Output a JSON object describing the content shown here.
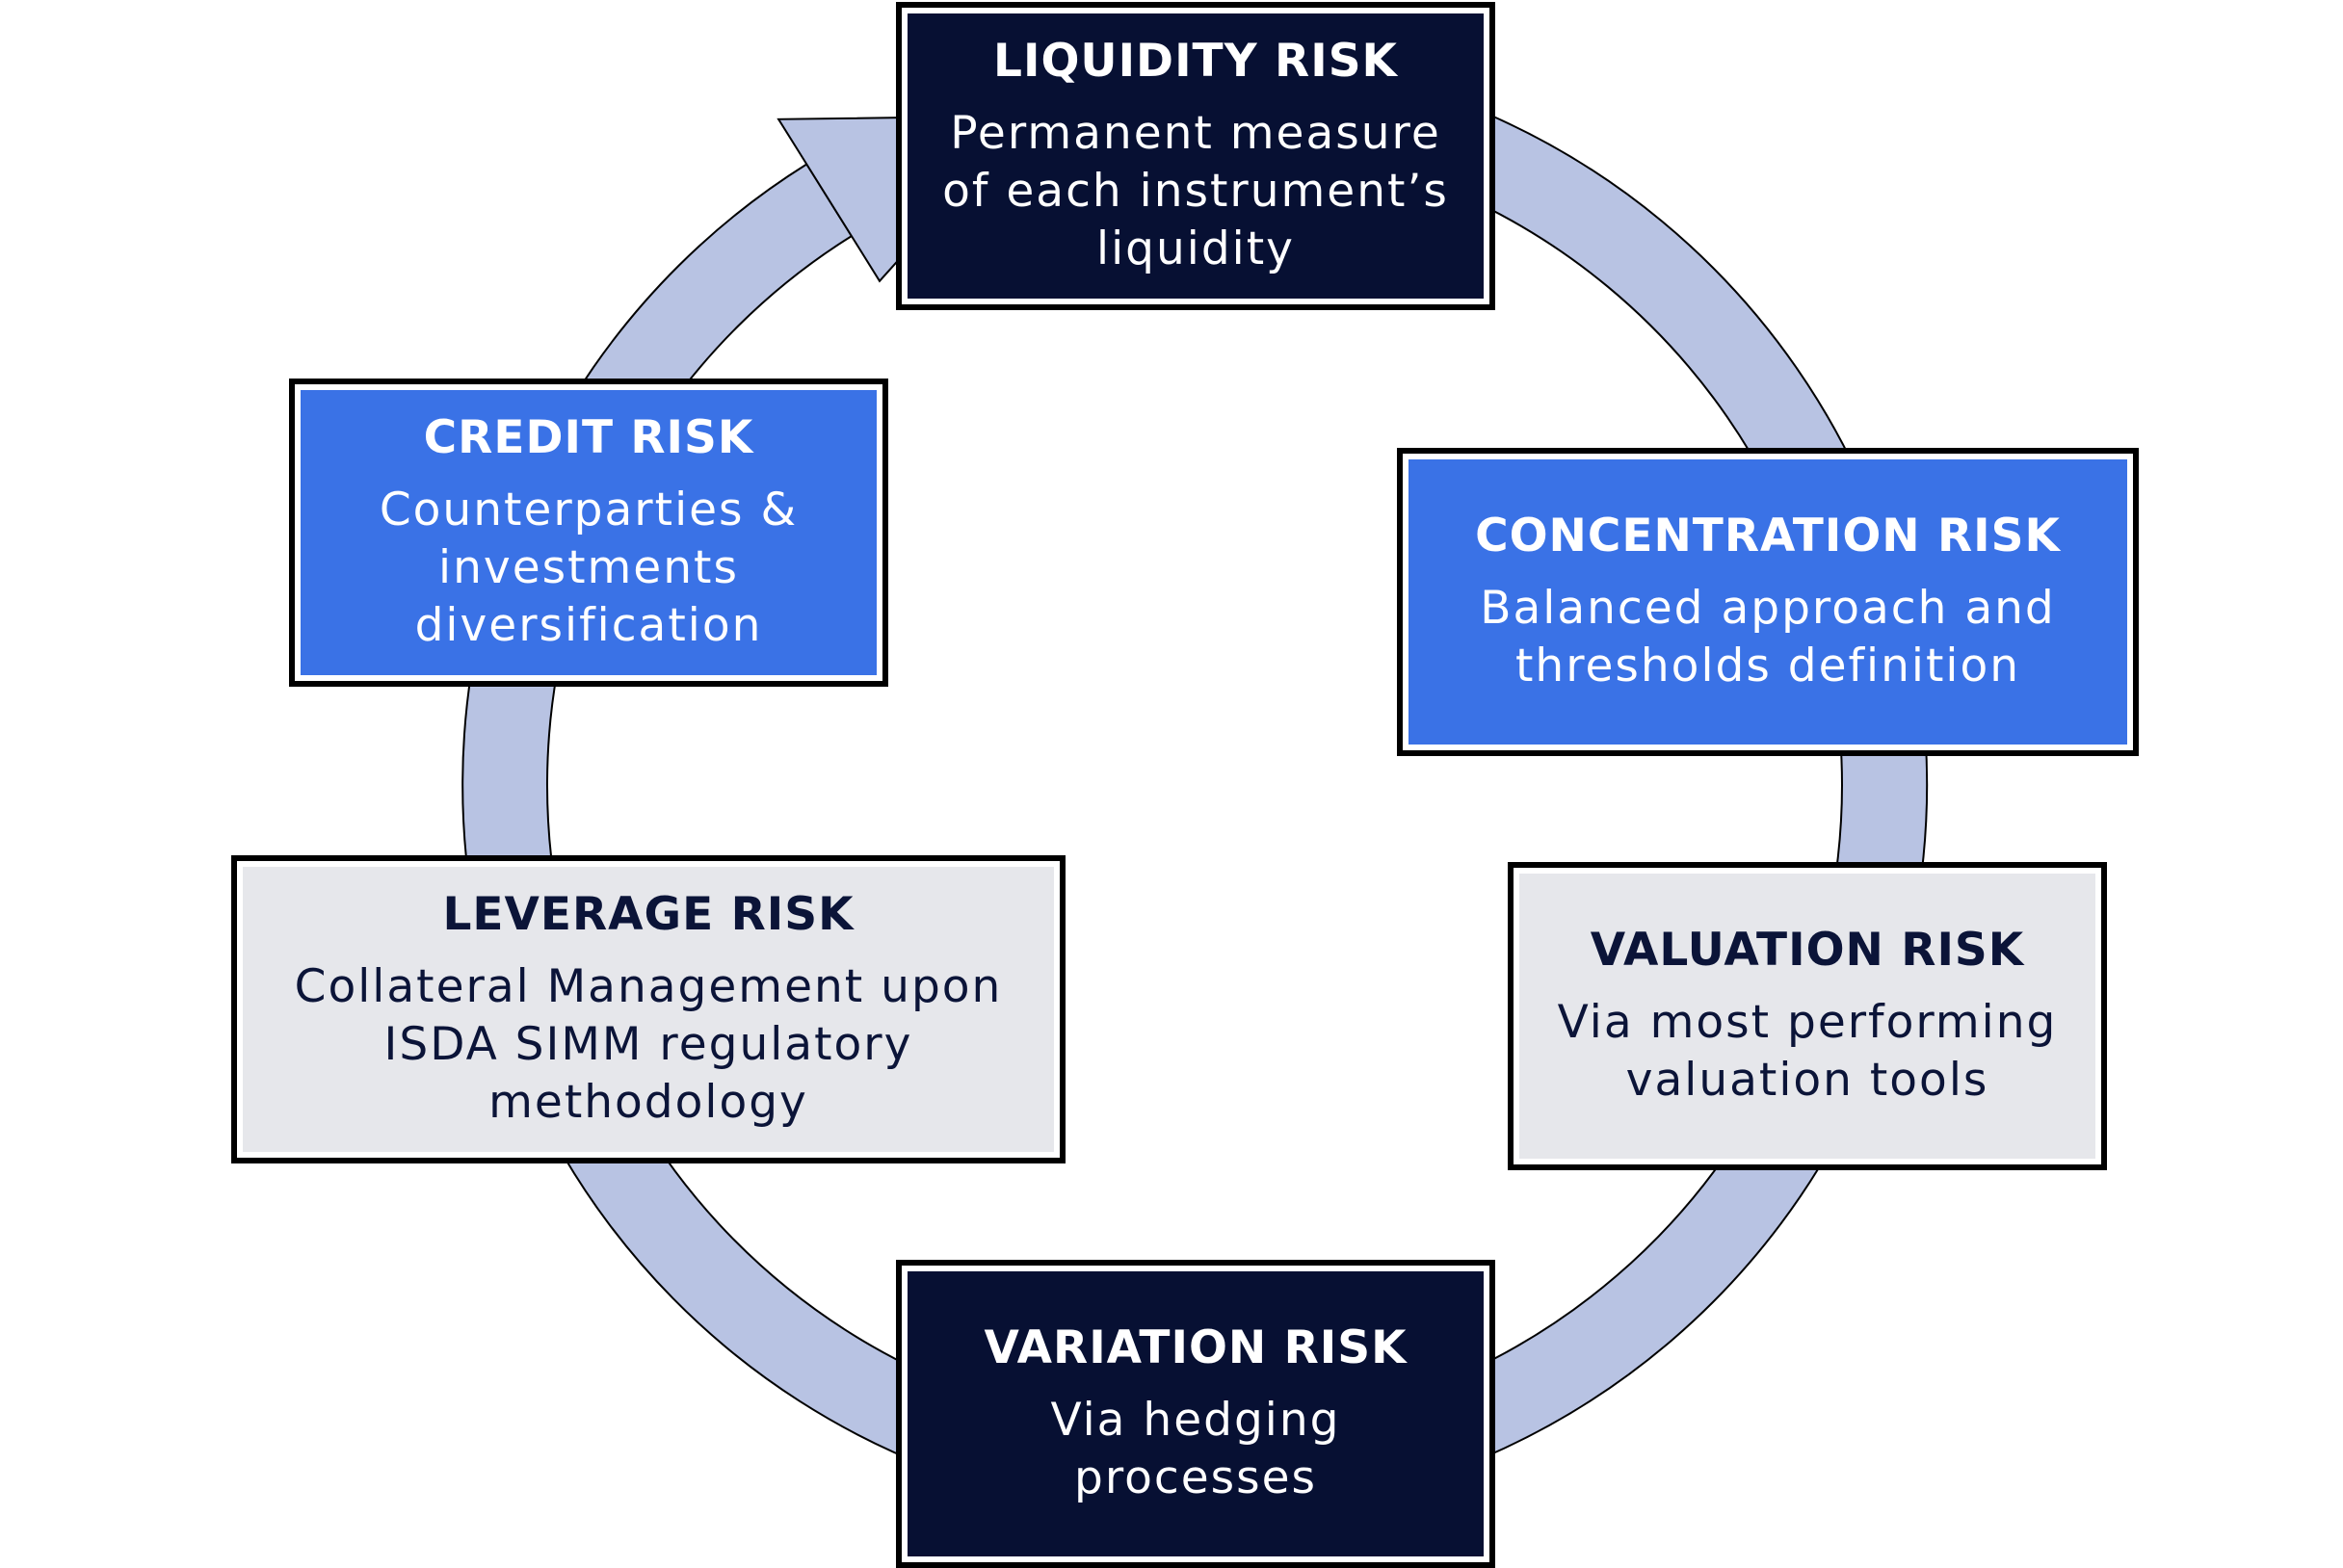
{
  "colors": {
    "navy": "#071033",
    "blue": "#3a72e6",
    "gray": "#e6e7eb",
    "ring": "#b8c3e3",
    "border": "#000000"
  },
  "risks": [
    {
      "id": "liquidity",
      "title": "LIQUIDITY RISK",
      "description": "Permanent measure\nof each instrument’s\nliquidity",
      "theme": "navy"
    },
    {
      "id": "concentration",
      "title": "CONCENTRATION RISK",
      "description": "Balanced approach and\nthresholds definition",
      "theme": "blue"
    },
    {
      "id": "valuation",
      "title": "VALUATION RISK",
      "description": "Via most performing\nvaluation tools",
      "theme": "gray"
    },
    {
      "id": "variation",
      "title": "VARIATION RISK",
      "description": "Via hedging\nprocesses",
      "theme": "navy"
    },
    {
      "id": "leverage",
      "title": "LEVERAGE RISK",
      "description": "Collateral Management upon\nISDA SIMM regulatory\nmethodology",
      "theme": "gray"
    },
    {
      "id": "credit",
      "title": "CREDIT RISK",
      "description": "Counterparties &\ninvestments\ndiversification",
      "theme": "blue"
    }
  ]
}
